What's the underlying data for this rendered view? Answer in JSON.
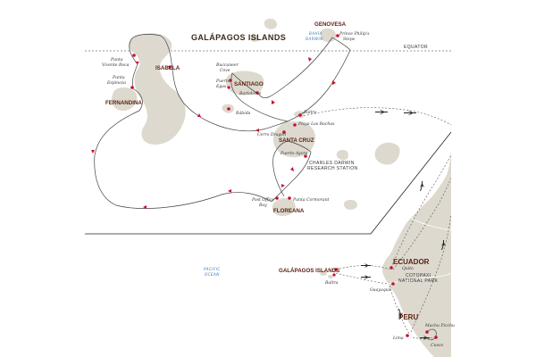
{
  "map": {
    "title": "GALÁPAGOS ISLANDS",
    "equator": "EQUATOR",
    "bay_line1": "BAHÍA",
    "bay_line2": "DARWIN",
    "ocean_line1": "PACIFIC",
    "ocean_line2": "OCEAN",
    "islands": {
      "genovesa": "GENOVESA",
      "isabela": "ISABELA",
      "fernandina": "FERNANDINA",
      "santiago": "SANTIAGO",
      "santa_cruz": "SANTA CRUZ",
      "floreana": "FLOREANA"
    },
    "sites": {
      "prince_philip_1": "Prince Philip's",
      "prince_philip_2": "Steps",
      "buccaneer_1": "Buccaneer",
      "buccaneer_2": "Cove",
      "puerto_egas_1": "Puerto",
      "puerto_egas_2": "Egas",
      "bartolome": "Bartolomé",
      "rabida": "Rábida",
      "baltra": "Baltra",
      "playa_bachas": "Playa Las Bachas",
      "cerro_dragon": "Cerro Dragón",
      "puerto_ayora": "Puerto Ayora",
      "darwin_station_1": "CHARLES DARWIN",
      "darwin_station_2": "RESEARCH STATION",
      "post_office_1": "Post Office",
      "post_office_2": "Bay",
      "punta_cormorant": "Punta Cormorant",
      "vicente_roca_1": "Punta",
      "vicente_roca_2": "Vicente Roca",
      "espinoza_1": "Punta",
      "espinoza_2": "Espinoza"
    },
    "inset": {
      "galapagos": "GALÁPAGOS ISLANDS",
      "baltra": "Baltra",
      "ecuador": "ECUADOR",
      "quito": "Quito",
      "cotopaxi_1": "COTOPAXI",
      "cotopaxi_2": "NATIONAL PARK",
      "guayaquil": "Guayaquil",
      "peru": "PERU",
      "machu_picchu": "Machu Picchu",
      "lima": "Lima",
      "cusco": "Cusco"
    },
    "colors": {
      "land": "#ddd9cf",
      "stop": "#c8102e",
      "route": "#444444",
      "water_text": "#3a78b4"
    }
  }
}
